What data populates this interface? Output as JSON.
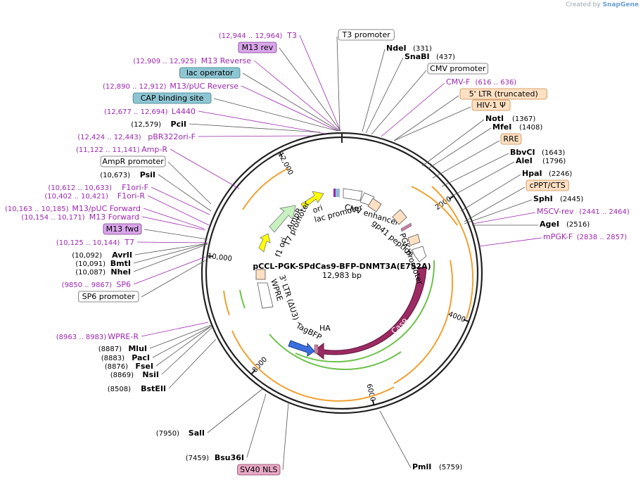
{
  "app": {
    "credit_prefix": "Created by",
    "credit_brand": "SnapGene"
  },
  "plasmid": {
    "name": "pCCL-PGK-SPdCas9-BFP-DNMT3A(E752A)",
    "size_label": "12,983 bp",
    "length": 12983
  },
  "ticks": [
    {
      "value": 2000,
      "label": "2000"
    },
    {
      "value": 4000,
      "label": "4000"
    },
    {
      "value": 6000,
      "label": "6000"
    },
    {
      "value": 8000,
      "label": "8000"
    },
    {
      "value": 10000,
      "label": "10,000"
    },
    {
      "value": 12000,
      "label": "12,000"
    }
  ],
  "colors": {
    "primer": "#9c27b0",
    "backbone": "#222222",
    "cas9": "#9b2b62",
    "tagbfp": "#3a6fe0",
    "ampr_arrow": "#c7f2c0",
    "ori_arrow": "#ffff00",
    "orange_band": "#f0a030",
    "green_band": "#6cc24a"
  },
  "labels": {
    "left": [
      {
        "kind": "primer",
        "pos": "(12,944 .. 12,964)",
        "name": "T3"
      },
      {
        "kind": "box",
        "name": "M13 rev",
        "box": "purple"
      },
      {
        "kind": "primer",
        "pos": "(12,909 .. 12,925)",
        "name": "M13 Reverse"
      },
      {
        "kind": "box",
        "name": "lac operator",
        "box": "teal"
      },
      {
        "kind": "primer",
        "pos": "(12,890 .. 12,912)",
        "name": "M13/pUC Reverse"
      },
      {
        "kind": "box",
        "name": "CAP binding site",
        "box": "teal"
      },
      {
        "kind": "primer",
        "pos": "(12,677 .. 12,694)",
        "name": "L4440"
      },
      {
        "kind": "site",
        "pos": "(12,579)",
        "name": "PciI"
      },
      {
        "kind": "primer",
        "pos": "(12,424 .. 12,443)",
        "name": "pBR322ori-F"
      },
      {
        "kind": "primer",
        "pos": "(11,122 .. 11,141)",
        "name": "Amp-R"
      },
      {
        "kind": "box",
        "name": "AmpR promoter",
        "box": "white"
      },
      {
        "kind": "site",
        "pos": "(10,673)",
        "name": "PsiI"
      },
      {
        "kind": "primer",
        "pos": "(10,612 .. 10,633)",
        "name": "F1ori-F"
      },
      {
        "kind": "primer",
        "pos": "(10,402 .. 10,421)",
        "name": "F1ori-R"
      },
      {
        "kind": "primer",
        "pos": "(10,163 .. 10,185)",
        "name": "M13/pUC Forward"
      },
      {
        "kind": "primer",
        "pos": "(10,154 .. 10,171)",
        "name": "M13 Forward"
      },
      {
        "kind": "box",
        "name": "M13 fwd",
        "box": "purple"
      },
      {
        "kind": "primer",
        "pos": "(10,125 .. 10,144)",
        "name": "T7"
      },
      {
        "kind": "site",
        "pos": "(10,092)",
        "name": "AvrII"
      },
      {
        "kind": "site",
        "pos": "(10,091)",
        "name": "BmtI"
      },
      {
        "kind": "site",
        "pos": "(10,087)",
        "name": "NheI"
      },
      {
        "kind": "primer",
        "pos": "(9850 .. 9867)",
        "name": "SP6"
      },
      {
        "kind": "box",
        "name": "SP6 promoter",
        "box": "white"
      },
      {
        "kind": "primer",
        "pos": "(8963 .. 8983)",
        "name": "WPRE-R"
      },
      {
        "kind": "site",
        "pos": "(8887)",
        "name": "MluI"
      },
      {
        "kind": "site",
        "pos": "(8883)",
        "name": "PacI"
      },
      {
        "kind": "site",
        "pos": "(8876)",
        "name": "FseI"
      },
      {
        "kind": "site",
        "pos": "(8869)",
        "name": "NsiI"
      },
      {
        "kind": "site",
        "pos": "(8508)",
        "name": "BstEII"
      },
      {
        "kind": "site",
        "pos": "(7950)",
        "name": "SalI"
      },
      {
        "kind": "site",
        "pos": "(7459)",
        "name": "Bsu36I"
      },
      {
        "kind": "box",
        "name": "SV40 NLS",
        "box": "pink"
      }
    ],
    "right": [
      {
        "kind": "box",
        "name": "T3 promoter",
        "box": "white"
      },
      {
        "kind": "site",
        "name": "NdeI",
        "pos": "(331)"
      },
      {
        "kind": "site",
        "name": "SnaBI",
        "pos": "(437)"
      },
      {
        "kind": "box",
        "name": "CMV promoter",
        "box": "white"
      },
      {
        "kind": "primer",
        "name": "CMV-F",
        "pos": "(616 .. 636)"
      },
      {
        "kind": "box",
        "name": "5' LTR (truncated)",
        "box": "peach"
      },
      {
        "kind": "box",
        "name": "HIV-1 Ψ",
        "box": "peach"
      },
      {
        "kind": "site",
        "name": "NotI",
        "pos": "(1367)"
      },
      {
        "kind": "site",
        "name": "MfeI",
        "pos": "(1408)"
      },
      {
        "kind": "box",
        "name": "RRE",
        "box": "peach"
      },
      {
        "kind": "site",
        "name": "BbvCI",
        "pos": "(1643)"
      },
      {
        "kind": "site",
        "name": "AleI",
        "pos": "(1796)"
      },
      {
        "kind": "site",
        "name": "HpaI",
        "pos": "(2246)"
      },
      {
        "kind": "box",
        "name": "cPPT/CTS",
        "box": "peach"
      },
      {
        "kind": "site",
        "name": "SphI",
        "pos": "(2445)"
      },
      {
        "kind": "primer",
        "name": "MSCV-rev",
        "pos": "(2441 .. 2464)"
      },
      {
        "kind": "site",
        "name": "AgeI",
        "pos": "(2516)"
      },
      {
        "kind": "primer",
        "name": "mPGK-F",
        "pos": "(2838 .. 2857)"
      },
      {
        "kind": "site",
        "name": "PmlI",
        "pos": "(5759)"
      }
    ]
  },
  "features": {
    "cas9": "Cas9",
    "tagbfp": "TagBFP",
    "ha": "HA",
    "ori": "ori",
    "ampr": "AmpR",
    "f1ori": "f1 ori",
    "t7_promoter": "T7 promoter",
    "lac_promoter": "lac promoter",
    "cmv_enhancer": "CMV enhancer",
    "gp41_peptide": "gp41 peptide",
    "pgk_promoter": "PGK promoter",
    "wpre": "WPRE",
    "ltr3": "3' LTR (ΔU3)"
  }
}
